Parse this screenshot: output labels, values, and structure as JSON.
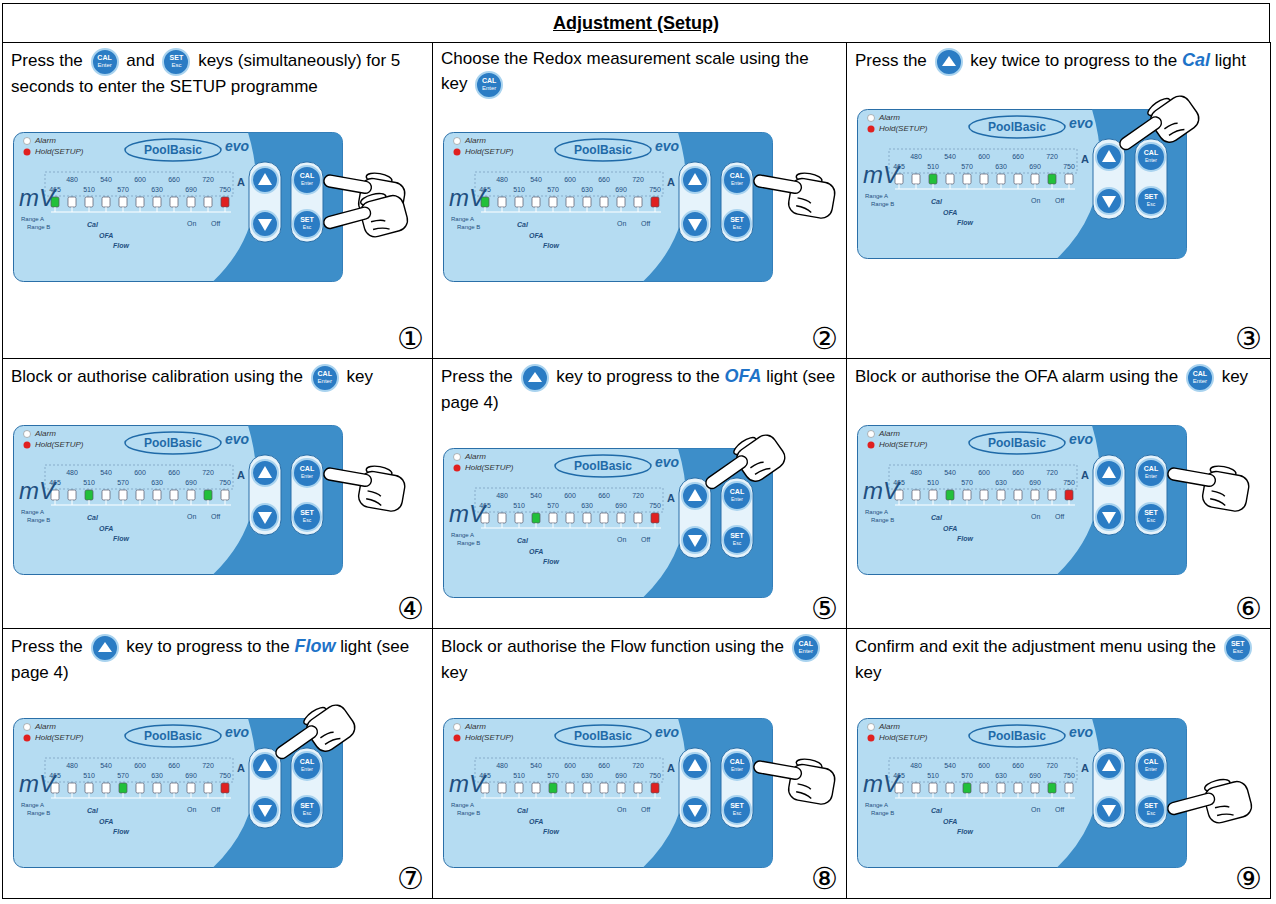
{
  "diagram": {
    "title": "Adjustment (Setup)",
    "nodes": [
      {
        "text": [
          "Press the",
          "and",
          "keys (simultaneously) for 5 seconds to enter the SETUP programme"
        ]
      },
      {
        "text": [
          "Choose the Redox measurement scale using the key"
        ]
      },
      {
        "text": [
          "Press the",
          "key twice to progress to the",
          "Cal",
          "light"
        ]
      },
      {
        "text": [
          "Block or authorise calibration using the",
          "key"
        ]
      },
      {
        "text": [
          "Press the",
          "key to progress to the",
          "OFA",
          "light (see page 4)"
        ]
      },
      {
        "text": [
          "Block or authorise the OFA alarm using the",
          "key"
        ]
      },
      {
        "text": [
          "Press the",
          "key to progress to the",
          "Flow",
          "light (see page 4)"
        ]
      },
      {
        "text": [
          "Block or authorise the Flow function using the",
          "key"
        ]
      },
      {
        "text": [
          "Confirm and exit the adjustment menu using the",
          "key"
        ]
      }
    ],
    "labels": [
      "CAL",
      "Enter",
      "SET",
      "Esc",
      "Alarm",
      "Hold(SETUP)",
      "PoolBasic",
      "evo",
      "mV",
      "465",
      "480",
      "510",
      "540",
      "570",
      "600",
      "630",
      "660",
      "690",
      "720",
      "750",
      "A",
      "Range A",
      "Range B",
      "Cal",
      "OFA",
      "Flow",
      "On",
      "Off",
      "CAL",
      "Enter",
      "SET",
      "Esc",
      "①",
      "CAL",
      "Enter",
      "Alarm",
      "Hold(SETUP)",
      "PoolBasic",
      "evo",
      "mV",
      "465",
      "480",
      "510",
      "540",
      "570",
      "600",
      "630",
      "660",
      "690",
      "720",
      "750",
      "A",
      "Range A",
      "Range B",
      "Cal",
      "OFA",
      "Flow",
      "On",
      "Off",
      "CAL",
      "Enter",
      "SET",
      "Esc",
      "②",
      "Alarm",
      "Hold(SETUP)",
      "PoolBasic",
      "evo",
      "mV",
      "465",
      "480",
      "510",
      "540",
      "570",
      "600",
      "630",
      "660",
      "690",
      "720",
      "750",
      "A",
      "Range A",
      "Range B",
      "Cal",
      "OFA",
      "Flow",
      "On",
      "Off",
      "CAL",
      "Enter",
      "SET",
      "Esc",
      "③",
      "CAL",
      "Enter",
      "Alarm",
      "Hold(SETUP)",
      "PoolBasic",
      "evo",
      "mV",
      "465",
      "480",
      "510",
      "540",
      "570",
      "600",
      "630",
      "660",
      "690",
      "720",
      "750",
      "A",
      "Range A",
      "Range B",
      "Cal",
      "OFA",
      "Flow",
      "On",
      "Off",
      "CAL",
      "Enter",
      "SET",
      "Esc",
      "④",
      "Alarm",
      "Hold(SETUP)",
      "PoolBasic",
      "evo",
      "mV",
      "465",
      "480",
      "510",
      "540",
      "570",
      "600",
      "630",
      "660",
      "690",
      "720",
      "750",
      "A",
      "Range A",
      "Range B",
      "Cal",
      "OFA",
      "Flow",
      "On",
      "Off",
      "CAL",
      "Enter",
      "SET",
      "Esc",
      "⑤",
      "CAL",
      "Enter",
      "Alarm",
      "Hold(SETUP)",
      "PoolBasic",
      "evo",
      "mV",
      "465",
      "480",
      "510",
      "540",
      "570",
      "600",
      "630",
      "660",
      "690",
      "720",
      "750",
      "A",
      "Range A",
      "Range B",
      "Cal",
      "OFA",
      "Flow",
      "On",
      "Off",
      "CAL",
      "Enter",
      "SET",
      "Esc",
      "⑥",
      "Alarm",
      "Hold(SETUP)",
      "PoolBasic",
      "evo",
      "mV",
      "465",
      "480",
      "510",
      "540",
      "570",
      "600",
      "630",
      "660",
      "690",
      "720",
      "750",
      "A",
      "Range A",
      "Range B",
      "Cal",
      "OFA",
      "Flow",
      "On",
      "Off",
      "CAL",
      "Enter",
      "SET",
      "Esc",
      "⑦",
      "CAL",
      "Enter",
      "Alarm",
      "Hold(SETUP)",
      "PoolBasic",
      "evo",
      "mV",
      "465",
      "480",
      "510",
      "540",
      "570",
      "600",
      "630",
      "660",
      "690",
      "720",
      "750",
      "A",
      "Range A",
      "Range B",
      "Cal",
      "OFA",
      "Flow",
      "On",
      "Off",
      "CAL",
      "Enter",
      "SET",
      "Esc",
      "⑧",
      "SET",
      "Esc",
      "Alarm",
      "Hold(SETUP)",
      "PoolBasic",
      "evo",
      "mV",
      "465",
      "480",
      "510",
      "540",
      "570",
      "600",
      "630",
      "660",
      "690",
      "720",
      "750",
      "A",
      "Range A",
      "Range B",
      "Cal",
      "OFA",
      "Flow",
      "On",
      "Off",
      "CAL",
      "Enter",
      "SET",
      "Esc",
      "⑨"
    ]
  }
}
